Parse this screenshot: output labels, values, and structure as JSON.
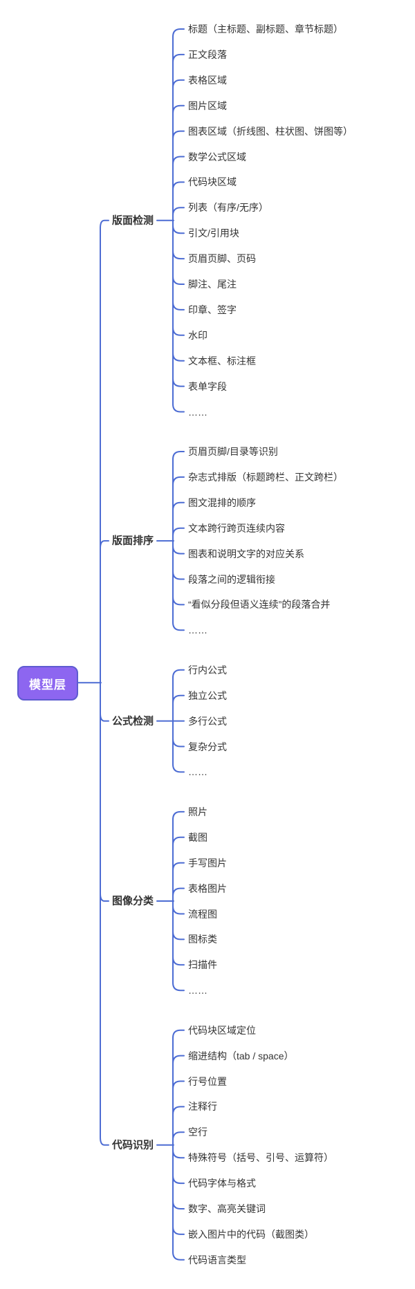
{
  "root": {
    "label": "模型层"
  },
  "colors": {
    "line": "#4C6CD3",
    "text": "#333333",
    "root_fill": "#8D66F0",
    "root_border": "#5E5BD0",
    "root_text": "#FFFFFF",
    "background": "#FFFFFF"
  },
  "branches": [
    {
      "label": "版面检测",
      "children": [
        "标题（主标题、副标题、章节标题）",
        "正文段落",
        "表格区域",
        "图片区域",
        "图表区域（折线图、柱状图、饼图等）",
        "数学公式区域",
        "代码块区域",
        "列表（有序/无序）",
        "引文/引用块",
        "页眉页脚、页码",
        "脚注、尾注",
        "印章、签字",
        "水印",
        "文本框、标注框",
        "表单字段",
        "……"
      ]
    },
    {
      "label": "版面排序",
      "children": [
        "页眉页脚/目录等识别",
        "杂志式排版（标题跨栏、正文跨栏）",
        "图文混排的顺序",
        "文本跨行跨页连续内容",
        "图表和说明文字的对应关系",
        "段落之间的逻辑衔接",
        "“看似分段但语义连续”的段落合并",
        "……"
      ]
    },
    {
      "label": "公式检测",
      "children": [
        "行内公式",
        "独立公式",
        "多行公式",
        "复杂分式",
        "……"
      ]
    },
    {
      "label": "图像分类",
      "children": [
        "照片",
        "截图",
        "手写图片",
        "表格图片",
        "流程图",
        "图标类",
        "扫描件",
        "……"
      ]
    },
    {
      "label": "代码识别",
      "children": [
        "代码块区域定位",
        "缩进结构（tab / space）",
        "行号位置",
        "注释行",
        "空行",
        "特殊符号（括号、引号、运算符）",
        "代码字体与格式",
        "数字、高亮关键词",
        "嵌入图片中的代码（截图类）",
        "代码语言类型"
      ]
    }
  ]
}
